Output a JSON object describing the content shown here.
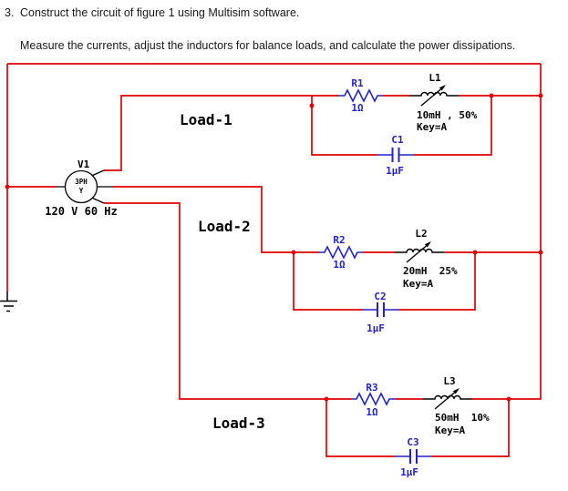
{
  "problem": {
    "number": "3.",
    "statement": "Construct the circuit of figure 1 using Multisim software.",
    "instruction": "Measure the currents, adjust the inductors for balance loads, and calculate the power dissipations."
  },
  "source": {
    "ref": "V1",
    "type": "3PH",
    "config": "Y",
    "rating": "120 V 60 Hz"
  },
  "loads": [
    {
      "name": "Load-1",
      "resistor": {
        "ref": "R1",
        "value": "1Ω"
      },
      "inductor": {
        "ref": "L1",
        "value": "10mH , 50%",
        "key": "Key=A"
      },
      "capacitor": {
        "ref": "C1",
        "value": "1µF"
      }
    },
    {
      "name": "Load-2",
      "resistor": {
        "ref": "R2",
        "value": "1Ω"
      },
      "inductor": {
        "ref": "L2",
        "value": "20mH  25%",
        "key": "Key=A"
      },
      "capacitor": {
        "ref": "C2",
        "value": "1µF"
      }
    },
    {
      "name": "Load-3",
      "resistor": {
        "ref": "R3",
        "value": "1Ω"
      },
      "inductor": {
        "ref": "L3",
        "value": "50mH  10%",
        "key": "Key=A"
      },
      "capacitor": {
        "ref": "C3",
        "value": "1µF"
      }
    }
  ],
  "colors": {
    "wire": "#e00000",
    "component_blue": "#2222cc",
    "component_black": "#000000"
  }
}
